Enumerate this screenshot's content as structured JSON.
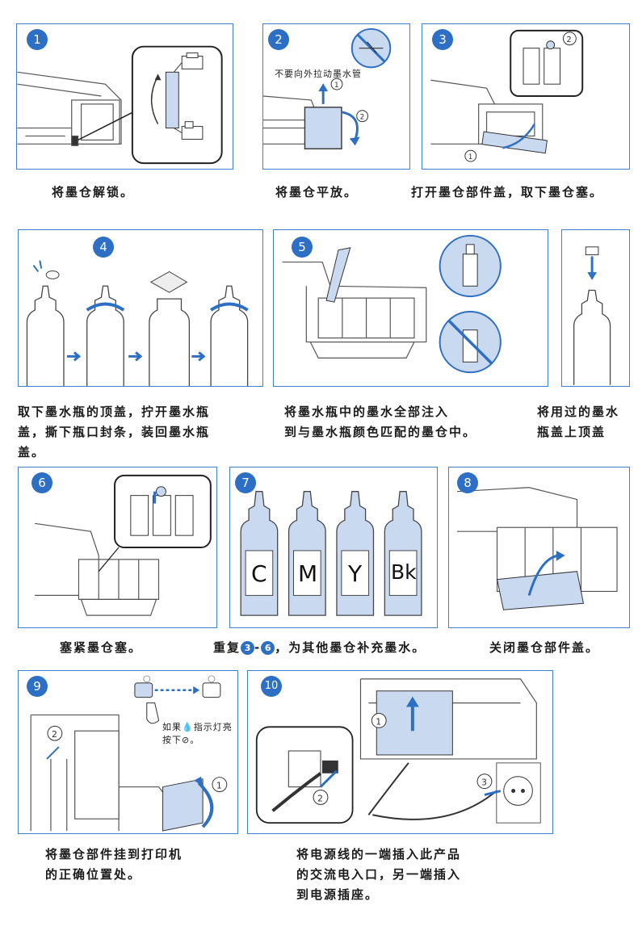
{
  "steps": [
    {
      "num": "1",
      "caption": "将墨仓解锁。"
    },
    {
      "num": "2",
      "caption": "将墨仓平放。",
      "note": "不要向外拉动墨水管"
    },
    {
      "num": "3",
      "caption": "打开墨仓部件盖，取下墨仓塞。"
    },
    {
      "num": "4",
      "caption": "取下墨水瓶的顶盖，拧开墨水瓶\n盖，撕下瓶口封条，装回墨水瓶\n盖。"
    },
    {
      "num": "5",
      "caption": "将墨水瓶中的墨水全部注入\n到与墨水瓶颜色匹配的墨仓中。"
    },
    {
      "num": "",
      "caption": "将用过的墨水\n瓶盖上顶盖"
    },
    {
      "num": "6",
      "caption": "塞紧墨仓塞。"
    },
    {
      "num": "7",
      "caption_pre": "重复",
      "caption_a": "3",
      "caption_b": "6",
      "caption_post": "，为其他墨仓补充墨水。",
      "ink_labels": [
        "C",
        "M",
        "Y",
        "Bk"
      ]
    },
    {
      "num": "8",
      "caption": "关闭墨仓部件盖。"
    },
    {
      "num": "9",
      "caption": "将墨仓部件挂到打印机\n的正确位置处。",
      "note": "如果💧指示灯亮\n按下⊘。"
    },
    {
      "num": "10",
      "caption": "将电源线的一端插入此产品\n的交流电入口，另一端插入\n到电源插座。"
    }
  ],
  "callouts": {
    "c1": "1",
    "c2": "2",
    "c3": "3"
  },
  "colors": {
    "accent": "#2c6fc4",
    "ink_fill": "#c9d9f0",
    "line": "#4a4a4a"
  }
}
